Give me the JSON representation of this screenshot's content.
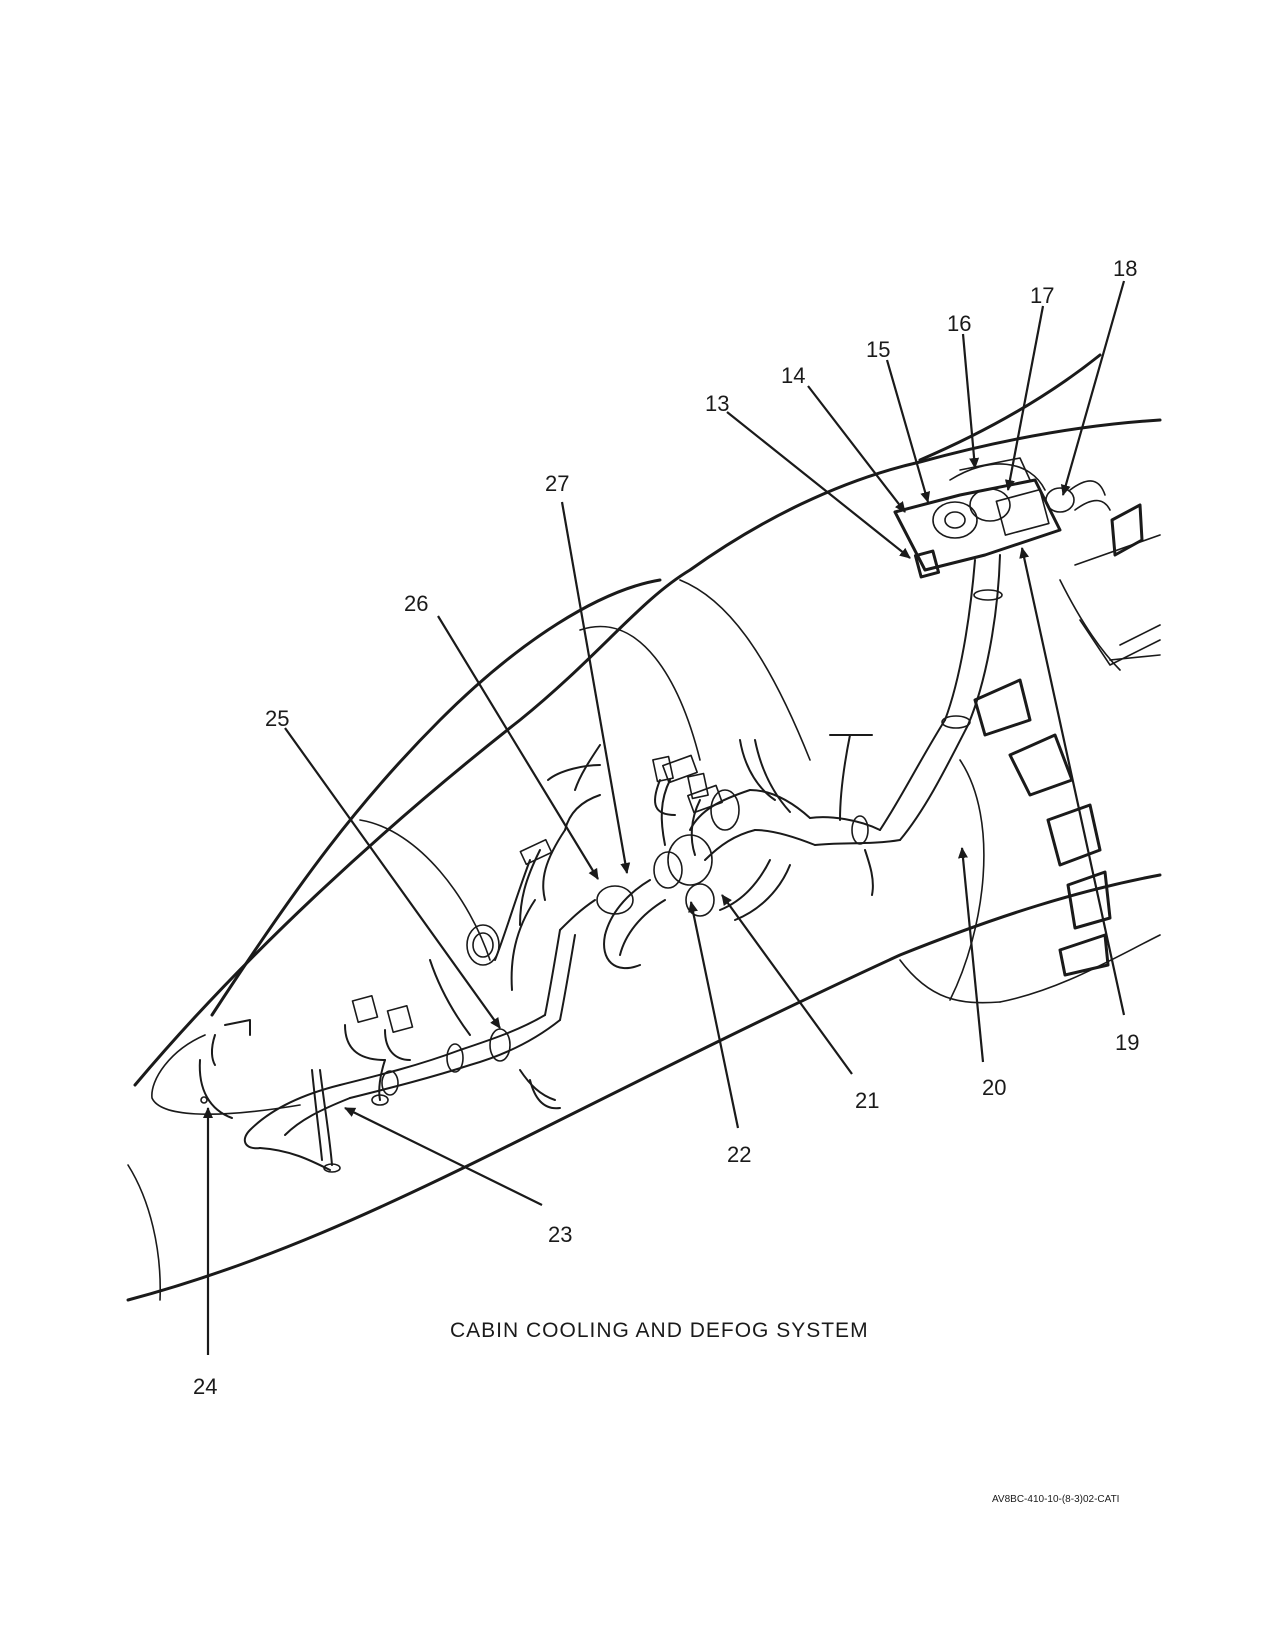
{
  "figure": {
    "caption": "CABIN COOLING AND DEFOG SYSTEM",
    "figure_id": "AV8BC-410-10-(8-3)02-CATI"
  },
  "callouts": [
    {
      "label": "13"
    },
    {
      "label": "14"
    },
    {
      "label": "15"
    },
    {
      "label": "16"
    },
    {
      "label": "17"
    },
    {
      "label": "18"
    },
    {
      "label": "19"
    },
    {
      "label": "20"
    },
    {
      "label": "21"
    },
    {
      "label": "22"
    },
    {
      "label": "23"
    },
    {
      "label": "24"
    },
    {
      "label": "25"
    },
    {
      "label": "26"
    },
    {
      "label": "27"
    }
  ]
}
